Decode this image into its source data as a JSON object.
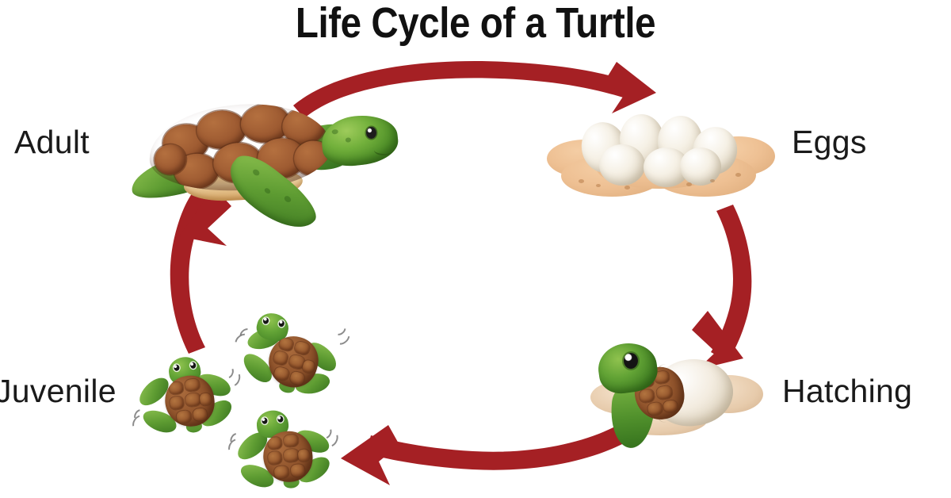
{
  "title": "Life Cycle of a Turtle",
  "background_color": "#ffffff",
  "colors": {
    "arrow_red": "#a52024",
    "title_text": "#111111",
    "label_text": "#1a1a1a",
    "shell_brown": "#90542c",
    "skin_green": "#5e9c32",
    "sand_tan": "#eec093",
    "egg_cream": "#f6f1e6"
  },
  "stages": [
    {
      "id": "adult",
      "label": "Adult",
      "position": "top-left",
      "illustration": "adult-sea-turtle-side-view"
    },
    {
      "id": "eggs",
      "label": "Eggs",
      "position": "top-right",
      "illustration": "nest-of-seven-white-eggs-in-sand"
    },
    {
      "id": "hatching",
      "label": "Hatching",
      "position": "bottom-right",
      "illustration": "baby-turtle-emerging-from-cracked-egg"
    },
    {
      "id": "juvenile",
      "label": "Juvenile",
      "position": "bottom-left",
      "illustration": "three-juvenile-turtles-top-view"
    }
  ],
  "arrows": [
    {
      "id": "adult-to-eggs",
      "from": "Adult",
      "to": "Eggs",
      "direction": "right",
      "position": "top"
    },
    {
      "id": "eggs-to-hatching",
      "from": "Eggs",
      "to": "Hatching",
      "direction": "down",
      "position": "right"
    },
    {
      "id": "hatching-to-juvenile",
      "from": "Hatching",
      "to": "Juvenile",
      "direction": "left",
      "position": "bottom"
    },
    {
      "id": "juvenile-to-adult",
      "from": "Juvenile",
      "to": "Adult",
      "direction": "up",
      "position": "left"
    }
  ],
  "chart_data": {
    "type": "diagram",
    "diagram_kind": "cyclic-life-cycle",
    "title": "Life Cycle of a Turtle",
    "nodes": [
      "Adult",
      "Eggs",
      "Hatching",
      "Juvenile"
    ],
    "edges": [
      [
        "Adult",
        "Eggs"
      ],
      [
        "Eggs",
        "Hatching"
      ],
      [
        "Hatching",
        "Juvenile"
      ],
      [
        "Juvenile",
        "Adult"
      ]
    ],
    "direction": "clockwise",
    "legend": "none",
    "grid": false
  }
}
